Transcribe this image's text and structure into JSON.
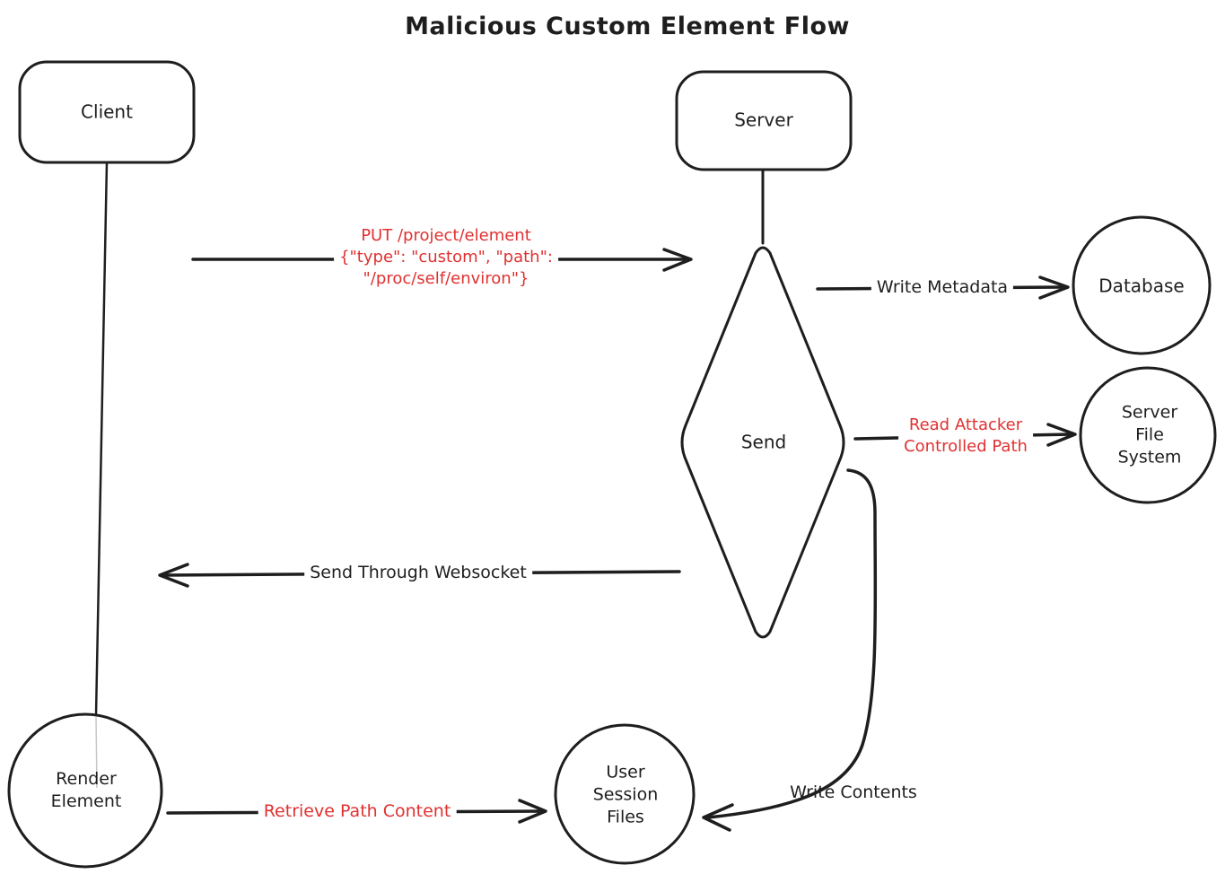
{
  "title": "Malicious Custom Element Flow",
  "colors": {
    "stroke": "#1e1e1e",
    "highlight_red": "#e03131",
    "background": "#ffffff"
  },
  "nodes": {
    "client": {
      "label": "Client",
      "shape": "rounded-rectangle"
    },
    "server": {
      "label": "Server",
      "shape": "rounded-rectangle"
    },
    "send": {
      "label": "Send",
      "shape": "diamond"
    },
    "database": {
      "label": "Database",
      "shape": "circle"
    },
    "server_file_system": {
      "lines": [
        "Server",
        "File",
        "System"
      ],
      "shape": "circle"
    },
    "render_element": {
      "lines": [
        "Render",
        "Element"
      ],
      "shape": "circle"
    },
    "user_session_files": {
      "lines": [
        "User",
        "Session",
        "Files"
      ],
      "shape": "circle"
    }
  },
  "edges": {
    "put_project_element": {
      "from": "client",
      "to": "send",
      "lines": [
        "PUT /project/element",
        "{\"type\": \"custom\", \"path\":",
        "\"/proc/self/environ\"}"
      ],
      "color": "#e03131"
    },
    "write_metadata": {
      "from": "send",
      "to": "database",
      "label": "Write Metadata",
      "color": "#1e1e1e"
    },
    "read_attacker_controlled_path": {
      "from": "send",
      "to": "server_file_system",
      "lines": [
        "Read Attacker",
        "Controlled Path"
      ],
      "color": "#e03131"
    },
    "send_through_websocket": {
      "from": "send",
      "to": "client",
      "label": "Send Through Websocket",
      "color": "#1e1e1e"
    },
    "retrieve_path_content": {
      "from": "render_element",
      "to": "user_session_files",
      "label": "Retrieve Path Content",
      "color": "#e03131"
    },
    "write_contents": {
      "from": "send",
      "to": "user_session_files",
      "label": "Write Contents",
      "color": "#1e1e1e"
    }
  }
}
